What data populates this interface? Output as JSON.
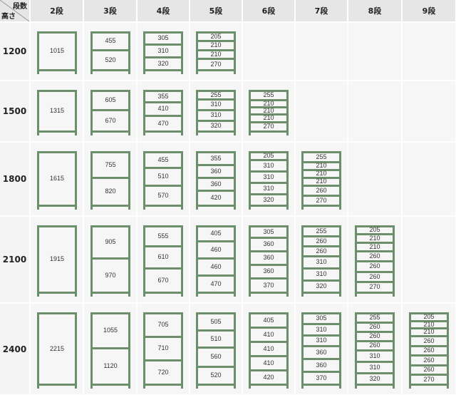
{
  "colors": {
    "frame": "#6b8f6b",
    "header_bg": "#e6e6e6",
    "cell_bg": "#f6f6f6"
  },
  "corner": {
    "top": "段数",
    "bottom": "高さ"
  },
  "columns": [
    "2段",
    "3段",
    "4段",
    "5段",
    "6段",
    "7段",
    "8段",
    "9段"
  ],
  "rows": [
    {
      "height": "1200",
      "racks": [
        {
          "tiers": 2,
          "gaps": [
            "1015"
          ]
        },
        {
          "tiers": 3,
          "gaps": [
            "455",
            "520"
          ]
        },
        {
          "tiers": 4,
          "gaps": [
            "305",
            "310",
            "320"
          ]
        },
        {
          "tiers": 5,
          "gaps": [
            "205",
            "210",
            "210",
            "270"
          ]
        }
      ]
    },
    {
      "height": "1500",
      "racks": [
        {
          "tiers": 2,
          "gaps": [
            "1315"
          ]
        },
        {
          "tiers": 3,
          "gaps": [
            "605",
            "670"
          ]
        },
        {
          "tiers": 4,
          "gaps": [
            "355",
            "410",
            "470"
          ]
        },
        {
          "tiers": 5,
          "gaps": [
            "255",
            "310",
            "310",
            "320"
          ]
        },
        {
          "tiers": 6,
          "gaps": [
            "255",
            "210",
            "210",
            "210",
            "270"
          ]
        }
      ]
    },
    {
      "height": "1800",
      "racks": [
        {
          "tiers": 2,
          "gaps": [
            "1615"
          ]
        },
        {
          "tiers": 3,
          "gaps": [
            "755",
            "820"
          ]
        },
        {
          "tiers": 4,
          "gaps": [
            "455",
            "510",
            "570"
          ]
        },
        {
          "tiers": 5,
          "gaps": [
            "355",
            "360",
            "360",
            "420"
          ]
        },
        {
          "tiers": 6,
          "gaps": [
            "205",
            "310",
            "310",
            "310",
            "320"
          ]
        },
        {
          "tiers": 7,
          "gaps": [
            "255",
            "210",
            "210",
            "210",
            "260",
            "270"
          ]
        }
      ]
    },
    {
      "height": "2100",
      "racks": [
        {
          "tiers": 2,
          "gaps": [
            "1915"
          ]
        },
        {
          "tiers": 3,
          "gaps": [
            "905",
            "970"
          ]
        },
        {
          "tiers": 4,
          "gaps": [
            "555",
            "610",
            "670"
          ]
        },
        {
          "tiers": 5,
          "gaps": [
            "405",
            "460",
            "460",
            "470"
          ]
        },
        {
          "tiers": 6,
          "gaps": [
            "305",
            "360",
            "360",
            "360",
            "370"
          ]
        },
        {
          "tiers": 7,
          "gaps": [
            "255",
            "260",
            "260",
            "310",
            "310",
            "320"
          ]
        },
        {
          "tiers": 8,
          "gaps": [
            "205",
            "210",
            "210",
            "260",
            "260",
            "260",
            "270"
          ]
        }
      ]
    },
    {
      "height": "2400",
      "racks": [
        {
          "tiers": 2,
          "gaps": [
            "2215"
          ]
        },
        {
          "tiers": 3,
          "gaps": [
            "1055",
            "1120"
          ]
        },
        {
          "tiers": 4,
          "gaps": [
            "705",
            "710",
            "720"
          ]
        },
        {
          "tiers": 5,
          "gaps": [
            "505",
            "510",
            "560",
            "520"
          ]
        },
        {
          "tiers": 6,
          "gaps": [
            "405",
            "410",
            "410",
            "410",
            "420"
          ]
        },
        {
          "tiers": 7,
          "gaps": [
            "305",
            "310",
            "310",
            "360",
            "360",
            "370"
          ]
        },
        {
          "tiers": 8,
          "gaps": [
            "255",
            "260",
            "260",
            "260",
            "310",
            "310",
            "320"
          ]
        },
        {
          "tiers": 9,
          "gaps": [
            "205",
            "210",
            "210",
            "260",
            "260",
            "260",
            "260",
            "270"
          ]
        }
      ]
    }
  ]
}
